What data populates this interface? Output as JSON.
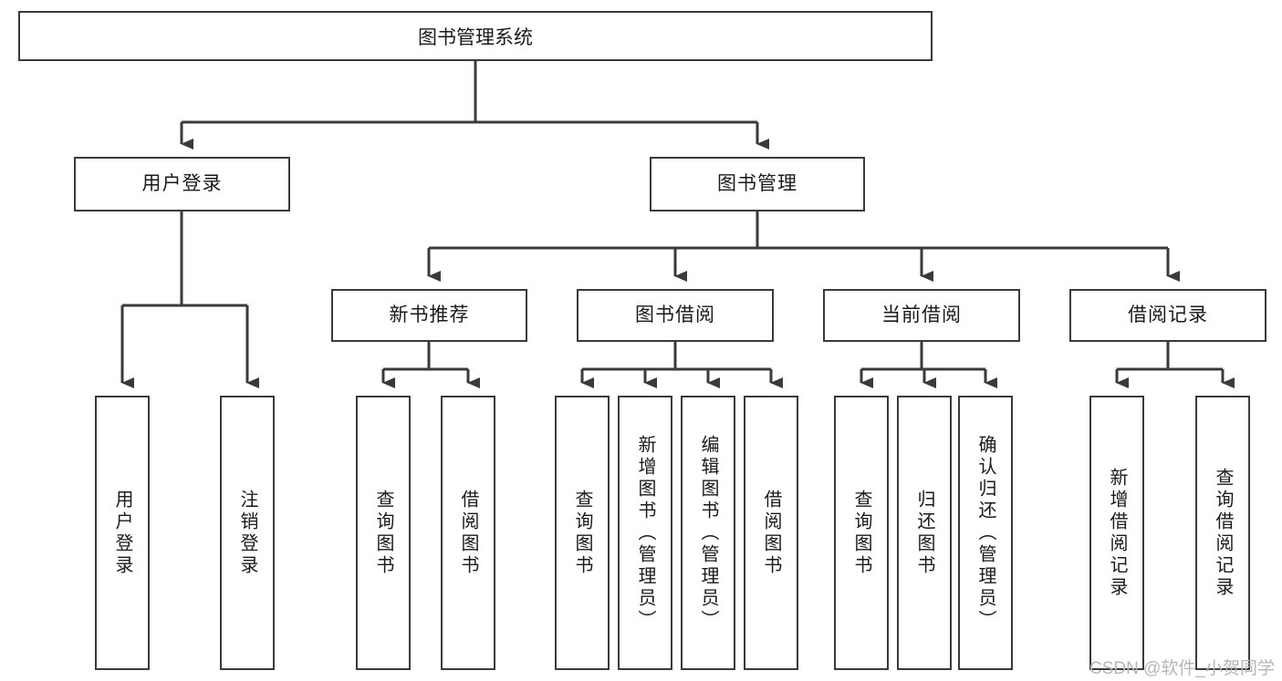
{
  "diagram": {
    "title": "图书管理系统",
    "type": "hierarchy-tree",
    "watermark": "CSDN @软件_小贺同学",
    "colors": {
      "box_border": "#3a3a3a",
      "box_fill": "#ffffff",
      "connector": "#3a3a3a",
      "text": "#1a1a1a",
      "watermark": "#b6b6b6"
    },
    "root": {
      "label": "图书管理系统"
    },
    "level2": [
      {
        "id": "user-login",
        "label": "用户登录"
      },
      {
        "id": "book-manage",
        "label": "图书管理"
      }
    ],
    "level3": [
      {
        "id": "new-book-recommend",
        "label": "新书推荐"
      },
      {
        "id": "book-borrow",
        "label": "图书借阅"
      },
      {
        "id": "current-borrow",
        "label": "当前借阅"
      },
      {
        "id": "borrow-record",
        "label": "借阅记录"
      }
    ],
    "leaves": {
      "user_login": [
        {
          "id": "leaf-user-login",
          "label": "用户登录"
        },
        {
          "id": "leaf-logout-login",
          "label": "注销登录"
        }
      ],
      "new_book_recommend": [
        {
          "id": "leaf-query-book-1",
          "label": "查询图书"
        },
        {
          "id": "leaf-borrow-book-1",
          "label": "借阅图书"
        }
      ],
      "book_borrow": [
        {
          "id": "leaf-query-book-2",
          "label": "查询图书"
        },
        {
          "id": "leaf-add-book",
          "label": "新增图书（管理员）"
        },
        {
          "id": "leaf-edit-book",
          "label": "编辑图书（管理员）"
        },
        {
          "id": "leaf-borrow-book-2",
          "label": "借阅图书"
        }
      ],
      "current_borrow": [
        {
          "id": "leaf-query-book-3",
          "label": "查询图书"
        },
        {
          "id": "leaf-return-book",
          "label": "归还图书"
        },
        {
          "id": "leaf-confirm-return",
          "label": "确认归还（管理员）"
        }
      ],
      "borrow_record": [
        {
          "id": "leaf-add-record",
          "label": "新增借阅记录"
        },
        {
          "id": "leaf-query-record",
          "label": "查询借阅记录"
        }
      ]
    }
  }
}
